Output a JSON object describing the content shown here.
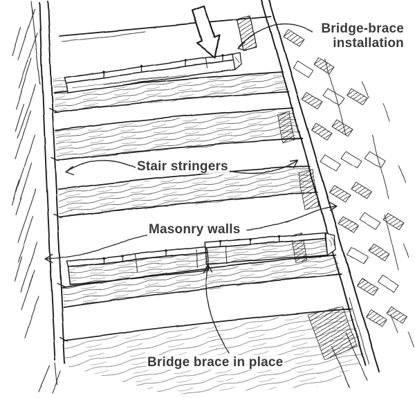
{
  "figure": {
    "labels": {
      "bridge_brace_installation": {
        "line1": "Bridge-brace",
        "line2": "installation"
      },
      "stair_stringers": "Stair stringers",
      "masonry_walls": "Masonry walls",
      "bridge_brace_in_place": "Bridge brace in place"
    },
    "colors": {
      "background": "#ffffff",
      "ink": "#1f1f1f",
      "label_text": "#3a3a3a"
    }
  }
}
